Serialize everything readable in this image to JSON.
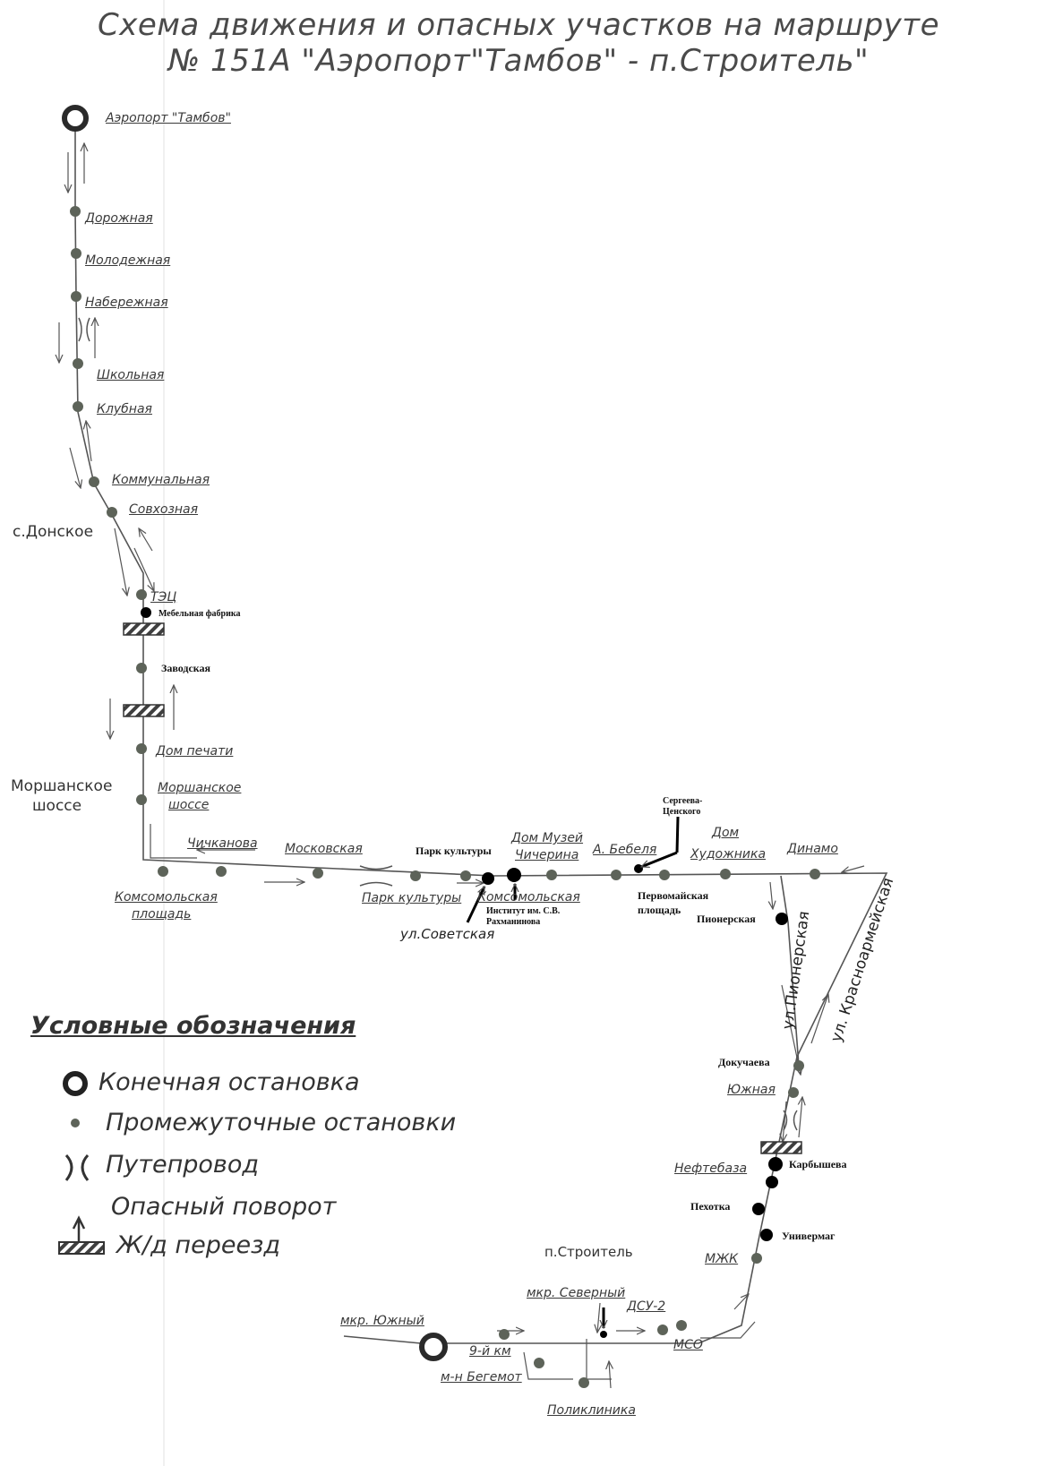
{
  "title": {
    "line1": "Схема движения и опасных участков на маршруте",
    "line2": "№ 151А \"Аэропорт\"Тамбов\" - п.Строитель\""
  },
  "colors": {
    "stop": "#5d6359",
    "stop_key": "#000000",
    "line": "#555555",
    "crossing": "#3f3f3f"
  },
  "areas": {
    "donskoe": "с.Донское",
    "morshanskoe_line1": "Моршанское",
    "morshanskoe_line2": "шоссе",
    "stroitel": "п.Строитель"
  },
  "streets": {
    "sovetskaya": "ул.Советская",
    "pionerskaya": "ул.Пионерская",
    "krasnoarmeyskaya": "ул. Красноармейская"
  },
  "stops": {
    "airport": "Аэропорт \"Тамбов\"",
    "dorozhnaya": "Дорожная",
    "molodezhnaya": "Молодежная",
    "naberezhnaya": "Набережная",
    "shkolnaya": "Школьная",
    "klubnaya": "Клубная",
    "kommunalnaya": "Коммунальная",
    "sovkhoznaya": "Совхозная",
    "tets": "ТЭЦ",
    "mebelnaya": "Мебельная фабрика",
    "zavodskaya": "Заводская",
    "dom_pechati": "Дом печати",
    "morsh_line1": "Моршанское",
    "morsh_line2": "шоссе",
    "chichkanova": "Чичканова",
    "moskovskaya": "Московская",
    "komsom_pl_line1": "Комсомольская",
    "komsom_pl_line2": "площадь",
    "park_kultury_bold": "Парк культуры",
    "park_kultury": "Парк культуры",
    "dom_muzey_line1": "Дом Музей",
    "dom_muzey_line2": "Чичерина",
    "komsomolskaya": "Комсомольская",
    "institut_line1": "Институт им. С.В.",
    "institut_line2": "Рахманинова",
    "a_bebelya": "А. Бебеля",
    "sergeeva_line1": "Сергеева-",
    "sergeeva_line2": "Ценского",
    "pervomayskaya_line1": "Первомайская",
    "pervomayskaya_line2": "площадь",
    "dom_khud_line1": "Дом",
    "dom_khud_line2": "Художника",
    "dinamo": "Динамо",
    "pionerskaya": "Пионерская",
    "dokuchaeva": "Докучаева",
    "yuzhnaya": "Южная",
    "neftebaza": "Нефтебаза",
    "karbysheva": "Карбышева",
    "pekhotka": "Пехотка",
    "univermag": "Универмаг",
    "mzhk": "МЖК",
    "dsu2": "ДСУ-2",
    "mso": "МСО",
    "mkr_severny": "мкр. Северный",
    "mkr_yuzhny": "мкр. Южный",
    "km9": "9-й км",
    "begemot": "м-н Бегемот",
    "poliklinika": "Поликлиника"
  },
  "legend": {
    "title": "Условные обозначения",
    "terminal": "Конечная остановка",
    "intermediate": "Промежуточные остановки",
    "overpass": "Путепровод",
    "dangerous_turn": "Опасный поворот",
    "railway_crossing": "Ж/д переезд"
  }
}
